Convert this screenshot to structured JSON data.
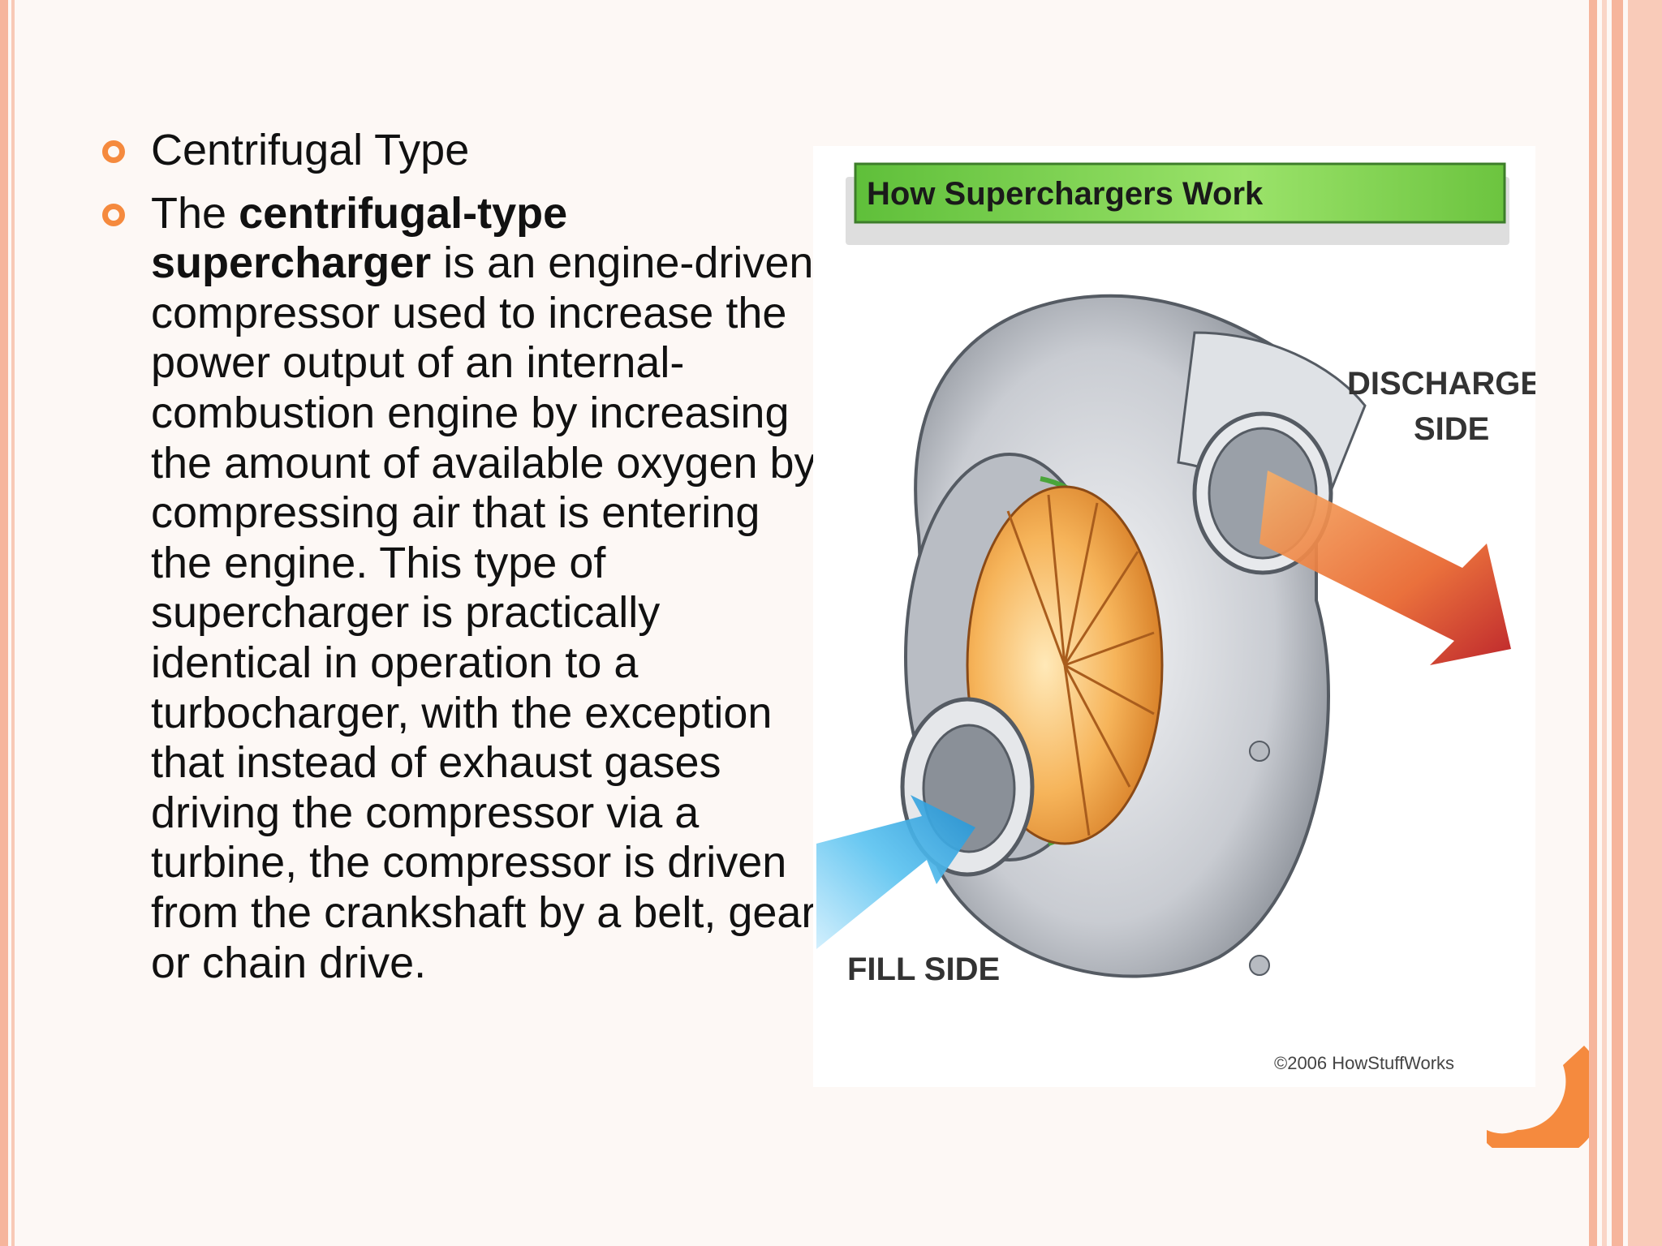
{
  "slide": {
    "bullets": [
      {
        "text": "Centrifugal Type"
      },
      {
        "prefix": "The ",
        "bold": "centrifugal-type supercharger",
        "rest": " is an engine-driven compressor used to increase the power output of an internal-combustion engine by increasing the amount of available oxygen by compressing air that is entering the engine. This type of supercharger is practically identical in operation to a turbocharger, with the exception that instead of exhaust gases driving the compressor via a turbine, the compressor is driven from the crankshaft by a belt, gear or chain drive."
      }
    ]
  },
  "figure": {
    "banner_title": "How Superchargers Work",
    "discharge_label_line1": "DISCHARGE",
    "discharge_label_line2": "SIDE",
    "fill_label": "FILL SIDE",
    "copyright": "©2006 HowStuffWorks"
  },
  "colors": {
    "accent": "#f58a3e",
    "border": "#f6b59c",
    "banner_green": "#7ed957",
    "discharge_arrow": "#e0502a",
    "fill_arrow": "#29a9e1"
  },
  "icons": [
    "bullet-ring-icon",
    "supercharger-illustration",
    "corner-arc-icon"
  ]
}
